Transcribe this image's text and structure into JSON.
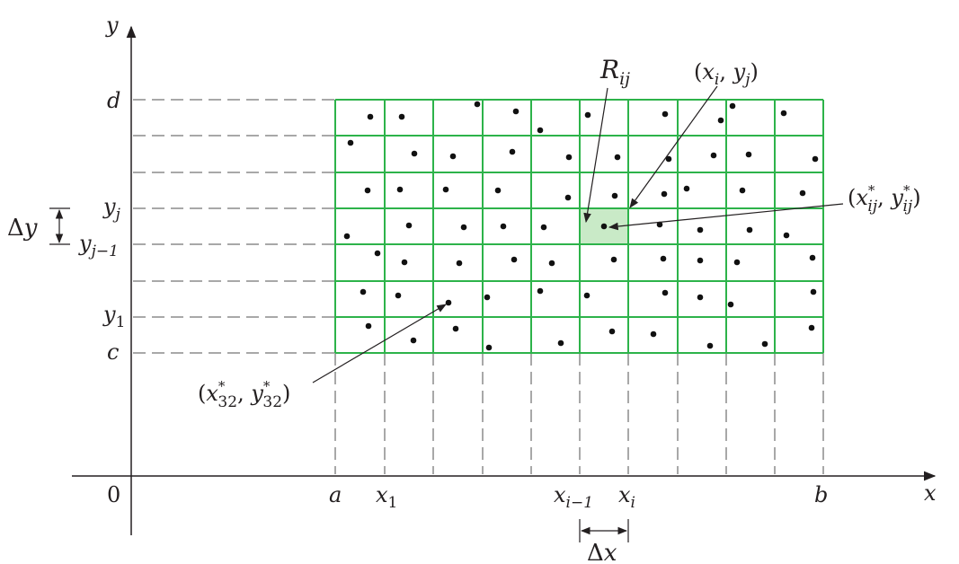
{
  "colors": {
    "grid": "#2db34a",
    "cell_fill": "#c9eac7",
    "ink": "#231f20",
    "dash": "#8c8c8c"
  },
  "grid": {
    "columns": 10,
    "rows": 7,
    "highlight_cell": {
      "col": 5,
      "row": 3
    }
  },
  "labels": {
    "y_axis": "y",
    "x_axis": "x",
    "origin": "0",
    "d": "d",
    "c": "c",
    "y_j_base": "y",
    "y_j_sub": "j",
    "y_jm1_base": "y",
    "y_jm1_sub": "j−1",
    "y_1_base": "y",
    "y_1_sub": "1",
    "a": "a",
    "b": "b",
    "x_1_base": "x",
    "x_1_sub": "1",
    "x_im1_base": "x",
    "x_im1_sub": "i−1",
    "x_i_base": "x",
    "x_i_sub": "i",
    "delta_y_sym": "Δ",
    "delta_y_var": "y",
    "delta_x_sym": "Δ",
    "delta_x_var": "x",
    "r_ij_base": "R",
    "r_ij_sub": "ij",
    "xi_yj": {
      "open": "(",
      "xb": "x",
      "xs": "i",
      "sep": ", ",
      "yb": "y",
      "ys": "j",
      "close": ")"
    },
    "star_ij": {
      "open": "(",
      "xb": "x",
      "xsup": "*",
      "xs": "ij",
      "sep": ", ",
      "yb": "y",
      "ysup": "*",
      "ys": "ij",
      "close": ")"
    },
    "star_32": {
      "open": "(",
      "xb": "x",
      "xsup": "*",
      "xs": "32",
      "sep": ", ",
      "yb": "y",
      "ysup": "*",
      "ys": "32",
      "close": ")"
    }
  }
}
